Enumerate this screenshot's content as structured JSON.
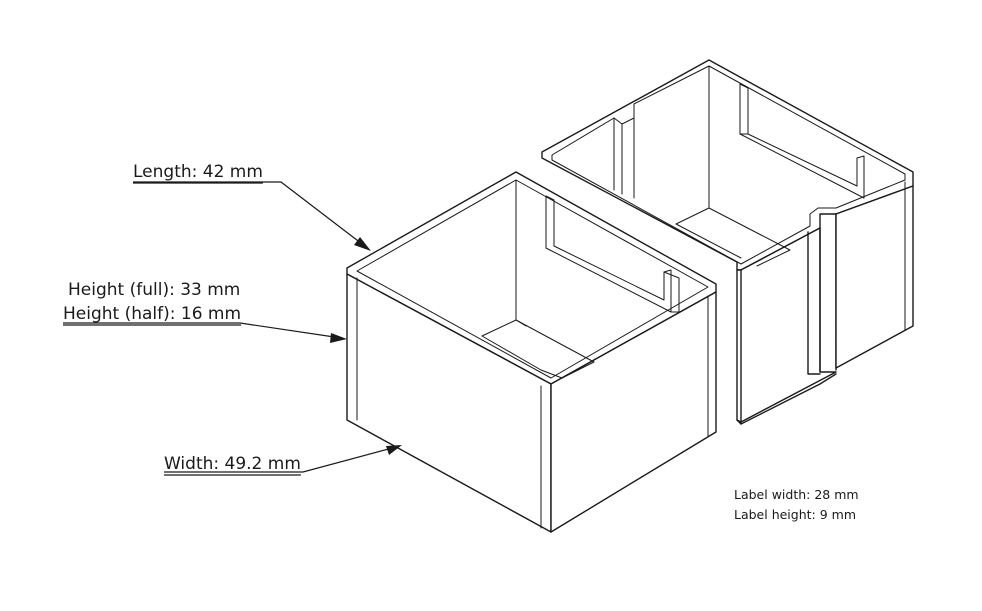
{
  "dimensions": {
    "length": "Length: 42 mm",
    "height_full": "Height (full): 33 mm",
    "height_half": "Height (half): 16 mm",
    "width": "Width: 49.2 mm"
  },
  "label_note": {
    "label_width": "Label width: 28 mm",
    "label_height": "Label height: 9 mm"
  }
}
